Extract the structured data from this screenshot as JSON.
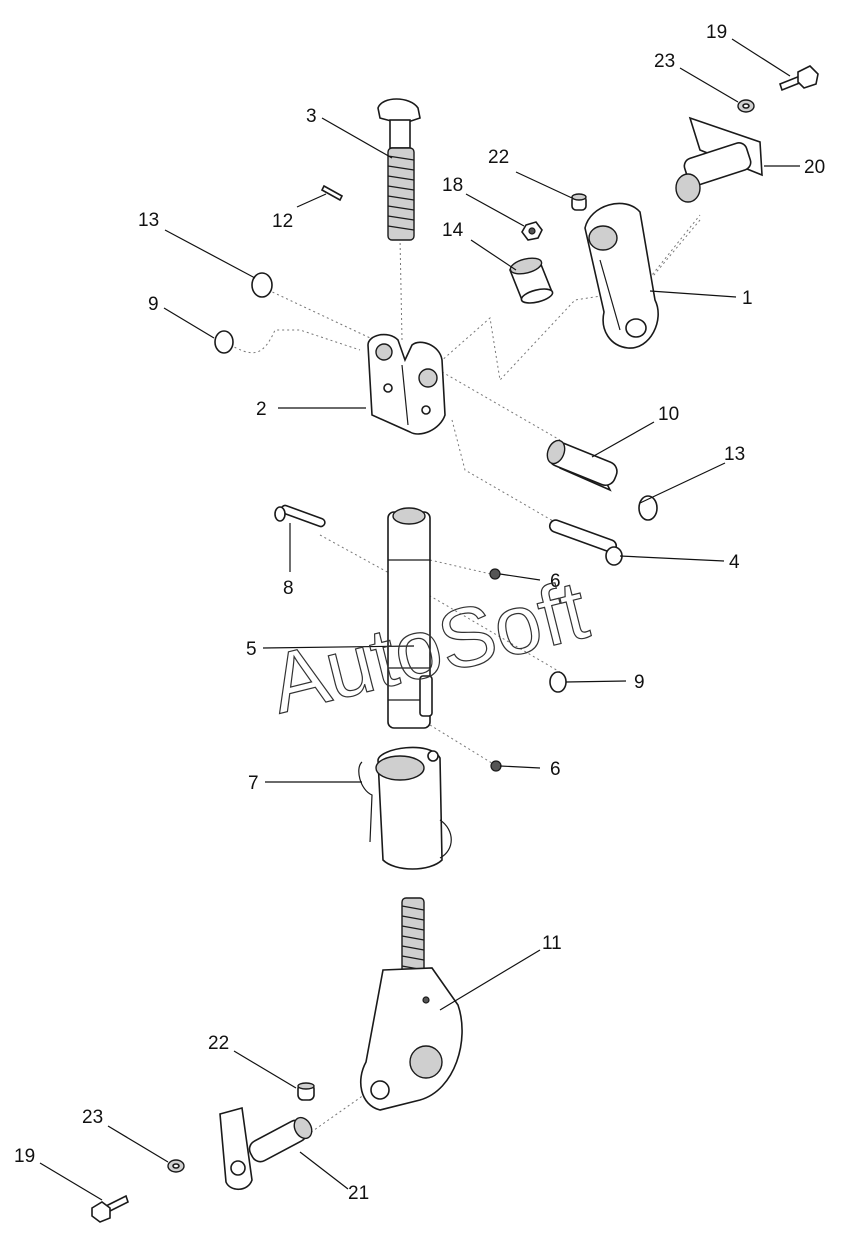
{
  "watermark": "AutoSoft",
  "callouts": [
    {
      "id": "c1",
      "label": "1"
    },
    {
      "id": "c2",
      "label": "2"
    },
    {
      "id": "c3",
      "label": "3"
    },
    {
      "id": "c4",
      "label": "4"
    },
    {
      "id": "c5",
      "label": "5"
    },
    {
      "id": "c6a",
      "label": "6"
    },
    {
      "id": "c6b",
      "label": "6"
    },
    {
      "id": "c7",
      "label": "7"
    },
    {
      "id": "c8",
      "label": "8"
    },
    {
      "id": "c9a",
      "label": "9"
    },
    {
      "id": "c9b",
      "label": "9"
    },
    {
      "id": "c10",
      "label": "10"
    },
    {
      "id": "c11",
      "label": "11"
    },
    {
      "id": "c12",
      "label": "12"
    },
    {
      "id": "c13a",
      "label": "13"
    },
    {
      "id": "c13b",
      "label": "13"
    },
    {
      "id": "c14",
      "label": "14"
    },
    {
      "id": "c18",
      "label": "18"
    },
    {
      "id": "c19a",
      "label": "19"
    },
    {
      "id": "c19b",
      "label": "19"
    },
    {
      "id": "c20",
      "label": "20"
    },
    {
      "id": "c21",
      "label": "21"
    },
    {
      "id": "c22a",
      "label": "22"
    },
    {
      "id": "c22b",
      "label": "22"
    },
    {
      "id": "c23a",
      "label": "23"
    },
    {
      "id": "c23b",
      "label": "23"
    }
  ]
}
